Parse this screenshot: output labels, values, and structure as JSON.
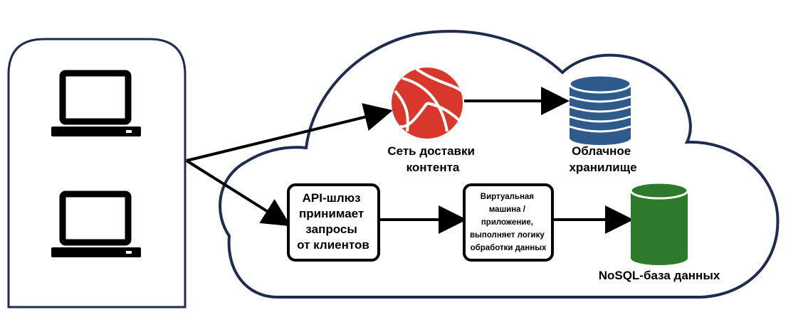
{
  "labels": {
    "cdn": [
      "Сеть доставки",
      "контента"
    ],
    "cloud_storage": [
      "Облачное",
      "хранилище"
    ],
    "api_gateway": [
      "API-шлюз",
      "принимает",
      "запросы",
      "от клиентов"
    ],
    "vm": [
      "Виртуальная",
      "машина /",
      "приложение,",
      "выполняет логику",
      "обработки данных"
    ],
    "nosql": [
      "NoSQL-база данных"
    ]
  },
  "colors": {
    "cdn_ball": "#d9372b",
    "cloud_storage": "#2e5a8c",
    "nosql": "#2d7a2d",
    "outline": "#1f2c4f",
    "stroke": "#000000"
  },
  "icons": {
    "client_1": "laptop-icon",
    "client_2": "laptop-icon",
    "cdn": "volleyball-icon",
    "cloud_storage": "database-stack-icon",
    "nosql": "cylinder-database-icon"
  }
}
